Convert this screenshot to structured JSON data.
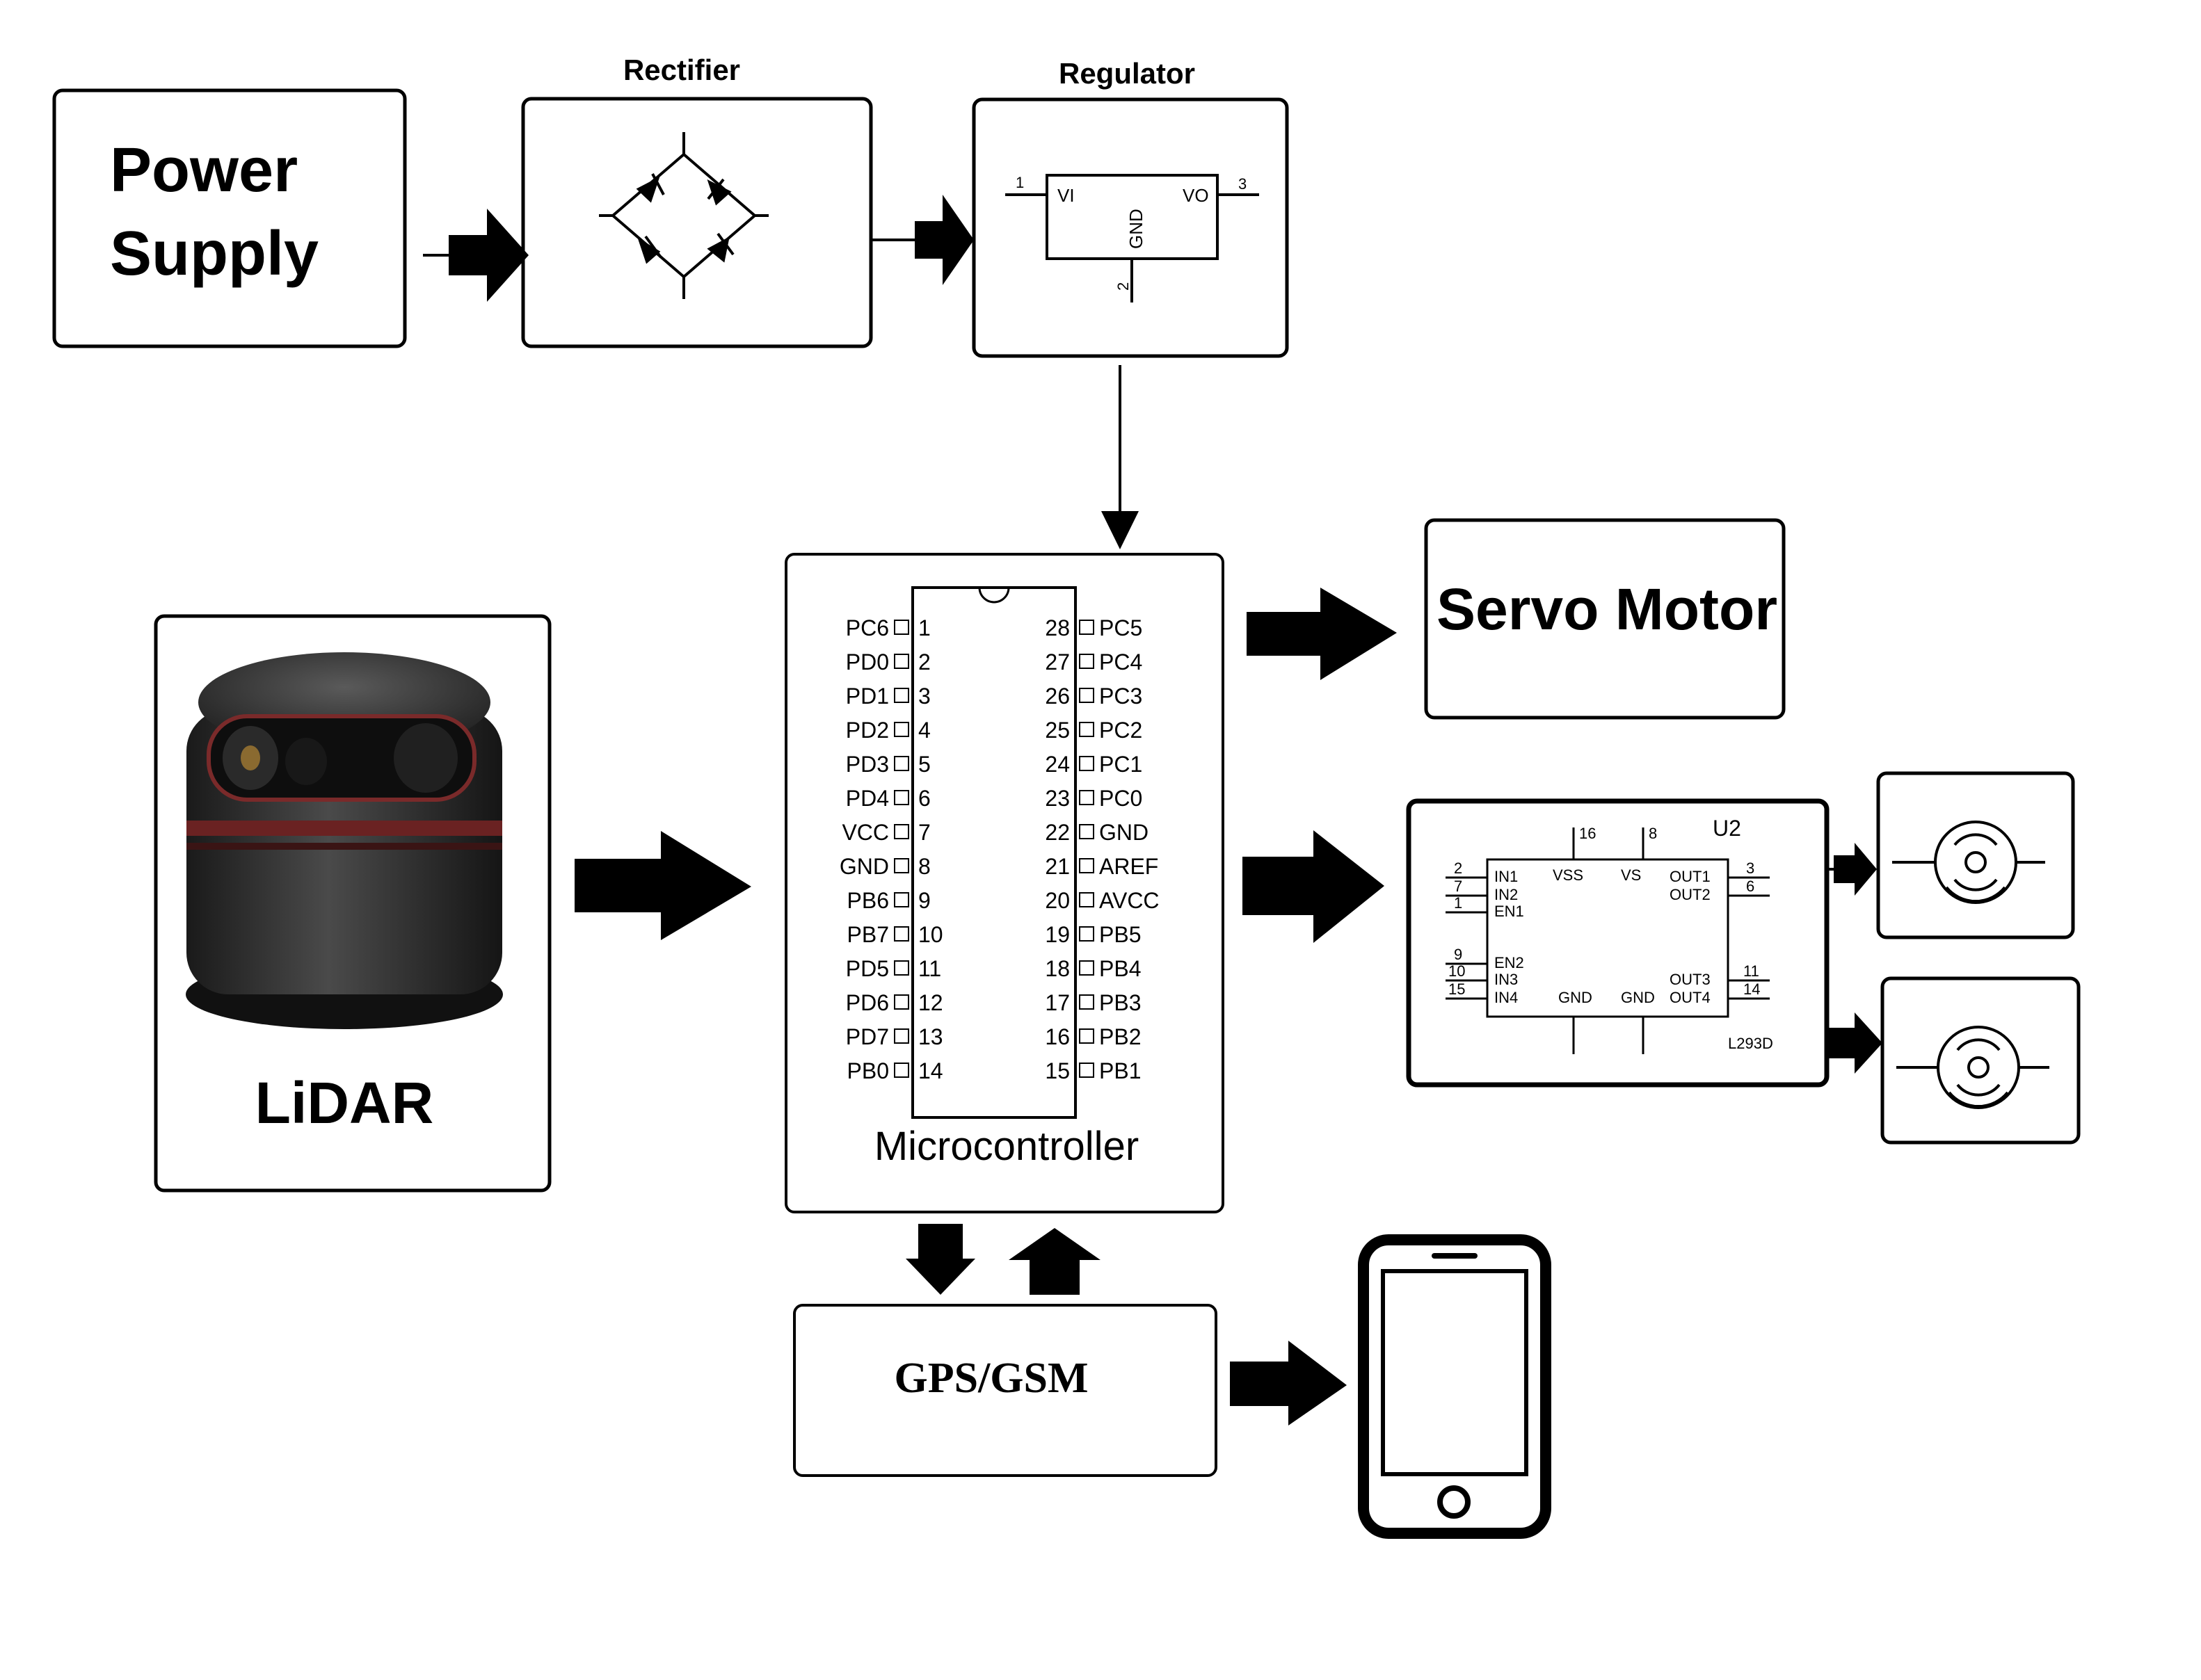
{
  "blocks": {
    "power_supply": {
      "line1": "Power",
      "line2": "Supply"
    },
    "rectifier": {
      "label": "Rectifier"
    },
    "regulator": {
      "label": "Regulator",
      "vi": "VI",
      "vo": "VO",
      "gnd": "GND",
      "pin1": "1",
      "pin2": "2",
      "pin3": "3"
    },
    "lidar": {
      "label": "LiDAR"
    },
    "microcontroller": {
      "label": "Microcontroller",
      "left_pins": [
        {
          "name": "PC6",
          "num": "1"
        },
        {
          "name": "PD0",
          "num": "2"
        },
        {
          "name": "PD1",
          "num": "3"
        },
        {
          "name": "PD2",
          "num": "4"
        },
        {
          "name": "PD3",
          "num": "5"
        },
        {
          "name": "PD4",
          "num": "6"
        },
        {
          "name": "VCC",
          "num": "7"
        },
        {
          "name": "GND",
          "num": "8"
        },
        {
          "name": "PB6",
          "num": "9"
        },
        {
          "name": "PB7",
          "num": "10"
        },
        {
          "name": "PD5",
          "num": "11"
        },
        {
          "name": "PD6",
          "num": "12"
        },
        {
          "name": "PD7",
          "num": "13"
        },
        {
          "name": "PB0",
          "num": "14"
        }
      ],
      "right_pins": [
        {
          "name": "PC5",
          "num": "28"
        },
        {
          "name": "PC4",
          "num": "27"
        },
        {
          "name": "PC3",
          "num": "26"
        },
        {
          "name": "PC2",
          "num": "25"
        },
        {
          "name": "PC1",
          "num": "24"
        },
        {
          "name": "PC0",
          "num": "23"
        },
        {
          "name": "GND",
          "num": "22"
        },
        {
          "name": "AREF",
          "num": "21"
        },
        {
          "name": "AVCC",
          "num": "20"
        },
        {
          "name": "PB5",
          "num": "19"
        },
        {
          "name": "PB4",
          "num": "18"
        },
        {
          "name": "PB3",
          "num": "17"
        },
        {
          "name": "PB2",
          "num": "16"
        },
        {
          "name": "PB1",
          "num": "15"
        }
      ]
    },
    "servo_motor": {
      "label": "Servo Motor"
    },
    "motor_driver": {
      "ref": "U2",
      "part": "L293D",
      "in1": "IN1",
      "in2": "IN2",
      "en1": "EN1",
      "en2": "EN2",
      "in3": "IN3",
      "in4": "IN4",
      "vss": "VSS",
      "vs": "VS",
      "out1": "OUT1",
      "out2": "OUT2",
      "out3": "OUT3",
      "out4": "OUT4",
      "gnd_a": "GND",
      "gnd_b": "GND",
      "p16": "16",
      "p8": "8",
      "p2": "2",
      "p7": "7",
      "p1": "1",
      "p9": "9",
      "p10": "10",
      "p15": "15",
      "p3": "3",
      "p6": "6",
      "p11": "11",
      "p14": "14"
    },
    "gps_gsm": {
      "label": "GPS/GSM"
    }
  },
  "icons": [
    "dc-motor-icon",
    "dc-motor-icon",
    "smartphone-icon",
    "lidar-sensor-image"
  ],
  "colors": {
    "stroke": "#000000",
    "background": "#ffffff",
    "lidar_body": "#2b2b2b",
    "lidar_ring": "#7a2a2a"
  }
}
